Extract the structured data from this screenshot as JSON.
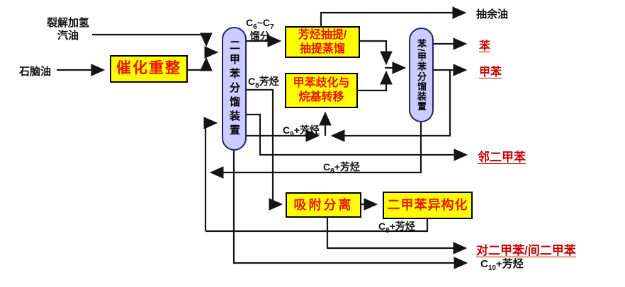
{
  "colors": {
    "box-fill": "#ffff00",
    "box-text": "#e8150d",
    "vessel-fill": "#ccccff",
    "vessel-border": "#23235f",
    "line": "#141414",
    "product-red": "#c00505"
  },
  "inputs": {
    "pygas": {
      "line1": "裂解加氢",
      "line2": "汽油"
    },
    "naphtha": "石脑油"
  },
  "nodes": {
    "reformer": {
      "label": "催化重整"
    },
    "xylene_frac": {
      "label": "二甲苯分馏装置"
    },
    "extraction": {
      "line1": "芳烃抽提/",
      "line2": "抽提蒸馏"
    },
    "tdp": {
      "line1": "甲苯歧化与",
      "line2": "烷基转移"
    },
    "bt_frac": {
      "label": "苯/甲苯分馏装置"
    },
    "adsorption": {
      "label": "吸附分离"
    },
    "isomerization": {
      "label": "二甲苯异构化"
    }
  },
  "streams": {
    "c6c7": {
      "p1": "C",
      "s1": "6",
      "p2": "~C",
      "s2": "7",
      "line2": "馏分"
    },
    "c8": {
      "p1": "C",
      "s1": "8",
      "p3": "芳烃"
    },
    "c9plus": {
      "p1": "C",
      "s1": "9",
      "p3": "+芳烃"
    },
    "c8plus_mid": {
      "p1": "C",
      "s1": "8",
      "p3": "+芳烃"
    },
    "c8plus_bottom": {
      "p1": "C",
      "s1": "8",
      "p3": "+芳烃"
    }
  },
  "outputs": {
    "raffinate": "抽余油",
    "benzene": "苯",
    "toluene": "甲苯",
    "o_xylene": "邻二甲苯",
    "pm_xylene": "对二甲苯/间二甲苯",
    "c10plus": {
      "p1": "C",
      "s1": "10",
      "p3": "+芳烃"
    }
  }
}
